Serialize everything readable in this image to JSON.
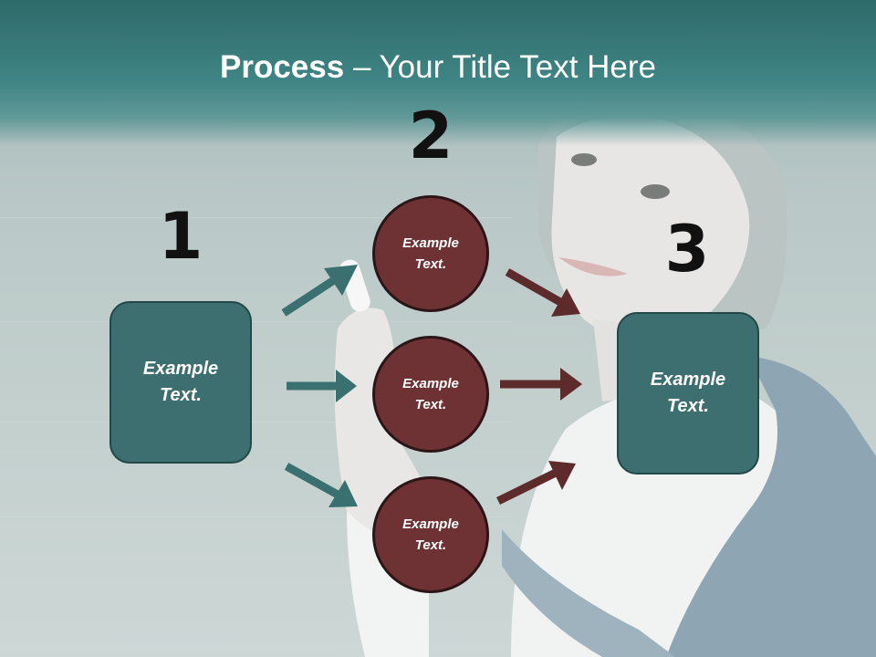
{
  "title": {
    "bold": "Process",
    "rest": " – Your Title Text Here"
  },
  "steps": {
    "one": "1",
    "two": "2",
    "three": "3"
  },
  "left_box": {
    "line1": "Example",
    "line2": "Text."
  },
  "right_box": {
    "line1": "Example",
    "line2": "Text."
  },
  "circles": [
    {
      "line1": "Example",
      "line2": "Text."
    },
    {
      "line1": "Example",
      "line2": "Text."
    },
    {
      "line1": "Example",
      "line2": "Text."
    }
  ],
  "colors": {
    "teal": "#3d6f70",
    "teal_dark": "#234848",
    "maroon": "#6e3234",
    "maroon_arrow": "#5e2b2c",
    "teal_arrow": "#3a7070"
  }
}
